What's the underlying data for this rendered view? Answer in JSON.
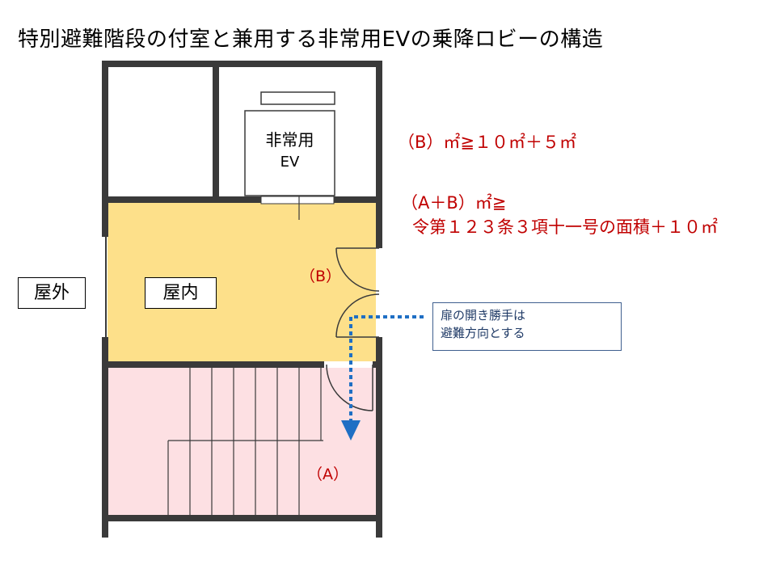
{
  "title": "特別避難階段の付室と兼用する非常用EVの乗降ロビーの構造",
  "labels": {
    "outside": "屋外",
    "inside": "屋内",
    "ev_line1": "非常用",
    "ev_line2": "EV",
    "lobby_marker": "（B）",
    "stair_marker": "（A）"
  },
  "formulas": {
    "lobby_area": "（B）㎡≧１０㎡＋５㎡",
    "combined_line1": "（A＋B）㎡≧",
    "combined_line2": "令第１２３条３項十一号の面積＋１０㎡"
  },
  "note": {
    "line1": "扉の開き勝手は",
    "line2": "避難方向とする"
  },
  "colors": {
    "lobby_fill": "#fde08a",
    "stair_fill": "#fde0e3",
    "wall": "#3a3a3a",
    "formula_text": "#c00000",
    "arrow": "#1f6fc4"
  }
}
